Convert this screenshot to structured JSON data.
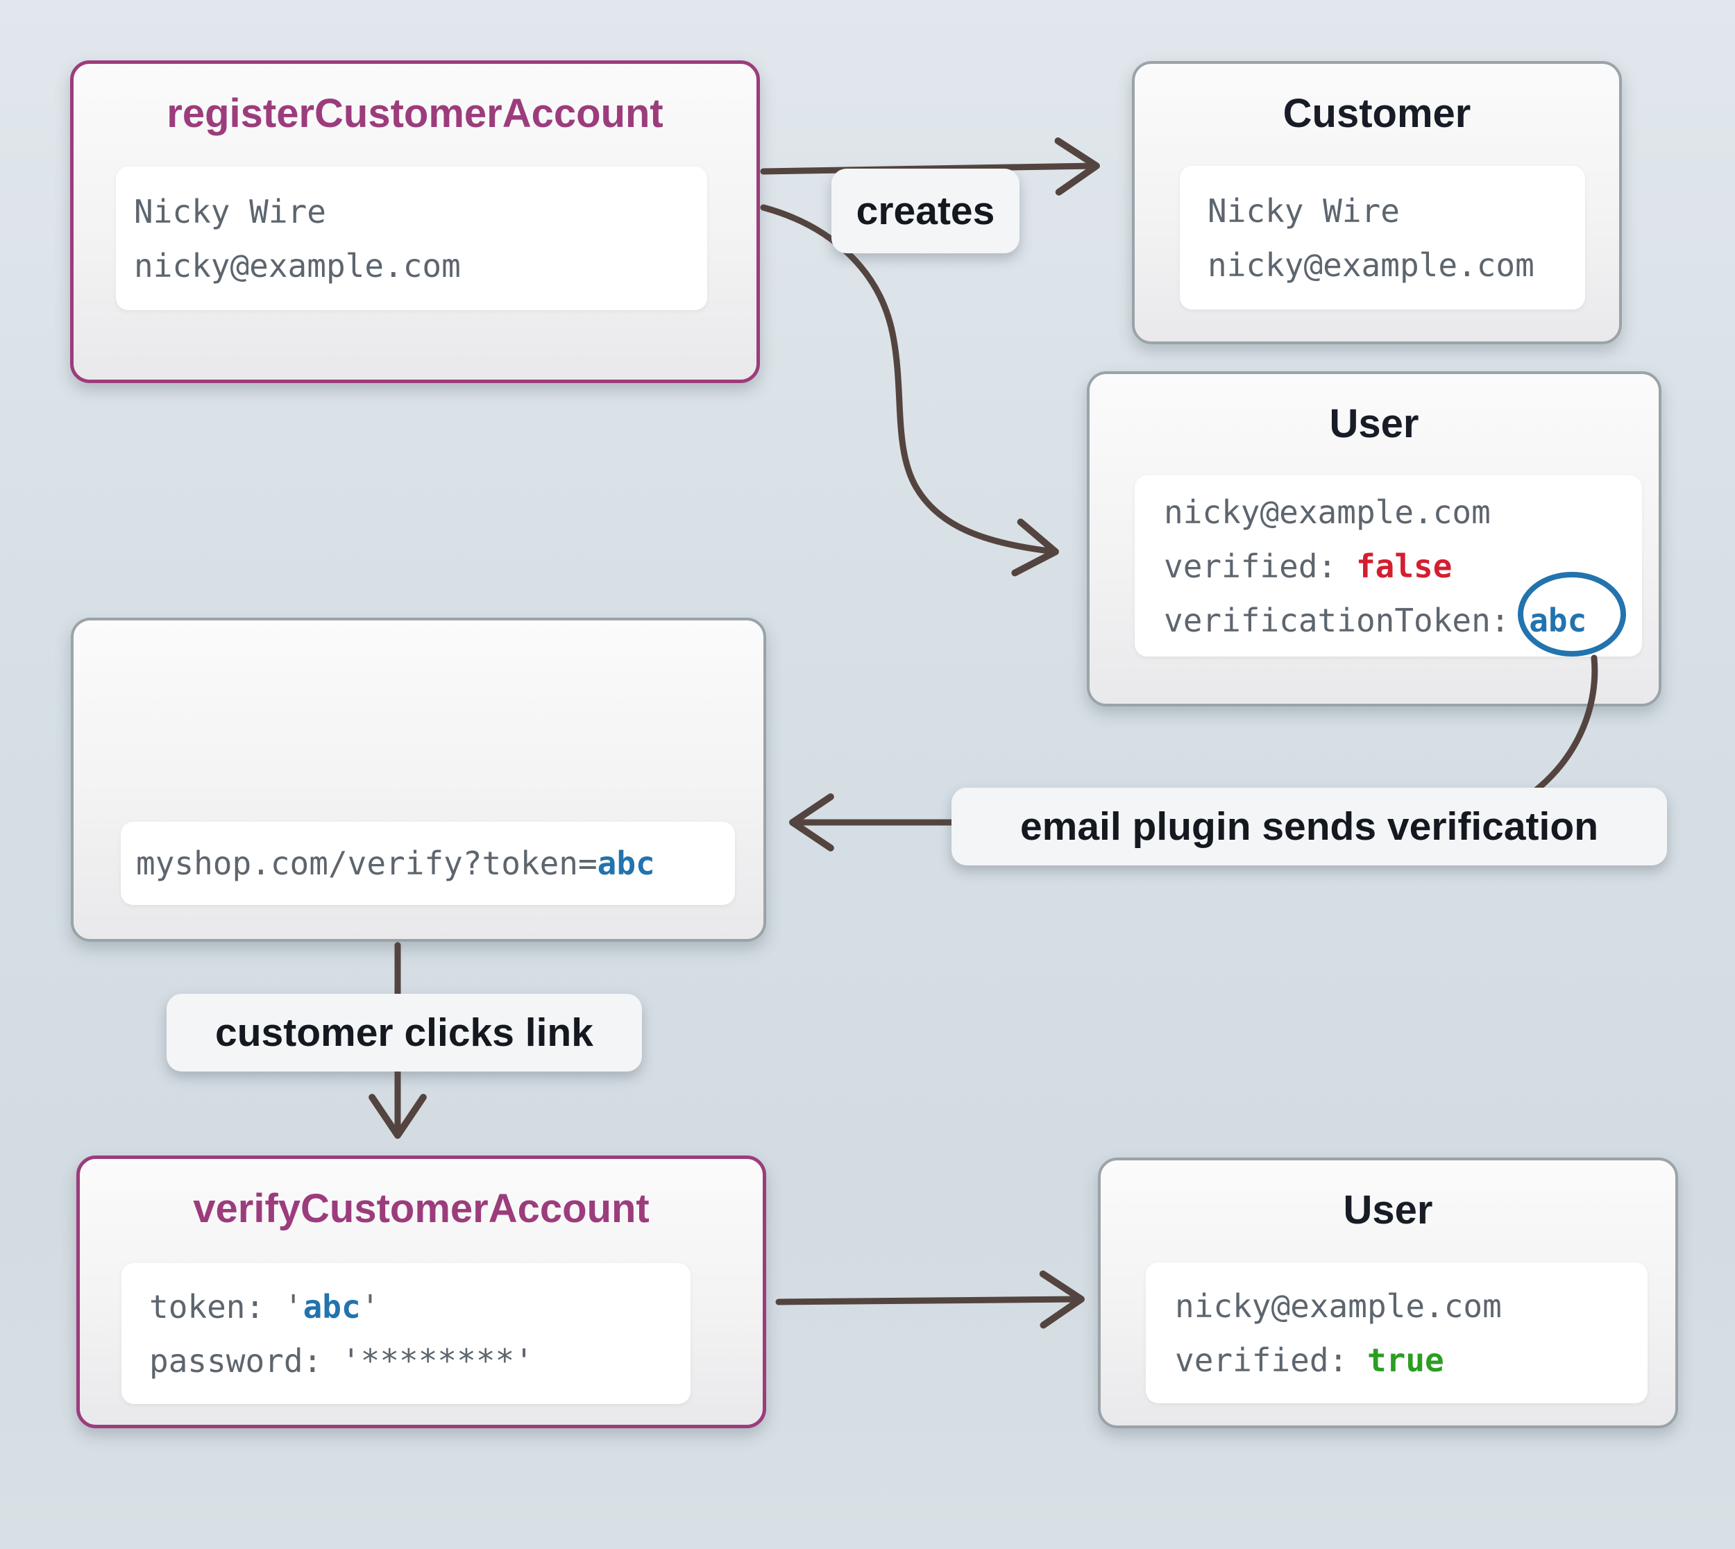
{
  "colors": {
    "background": "#d6dfe5",
    "arrow": "#54443f",
    "accent_purple": "#9c3c7c",
    "accent_blue": "#2273ae",
    "accent_red": "#d41e30",
    "accent_green": "#2b9e22",
    "neutral_border": "#9aa3a8",
    "mono_text": "#5d656e"
  },
  "nodes": {
    "register": {
      "title": "registerCustomerAccount",
      "line1": "Nicky Wire",
      "line2": "nicky@example.com"
    },
    "customer": {
      "title": "Customer",
      "line1": "Nicky Wire",
      "line2": "nicky@example.com"
    },
    "user1": {
      "title": "User",
      "email": "nicky@example.com",
      "verified_label": "verified: ",
      "verified_value": "false",
      "token_label": "verificationToken: ",
      "token_value": "abc"
    },
    "email": {
      "icon": "mail-send-icon",
      "url_prefix": "myshop.com/verify?token=",
      "url_token": "abc"
    },
    "verify": {
      "title": "verifyCustomerAccount",
      "token_label": "token: ",
      "open_quote": "'",
      "token_value": "abc",
      "close_quote": "'",
      "password_label": "password: ",
      "password_value": "'********'"
    },
    "user2": {
      "title": "User",
      "email": "nicky@example.com",
      "verified_label": "verified: ",
      "verified_value": "true"
    }
  },
  "labels": {
    "creates": "creates",
    "email_plugin": "email plugin sends verification",
    "customer_clicks": "customer clicks link"
  }
}
